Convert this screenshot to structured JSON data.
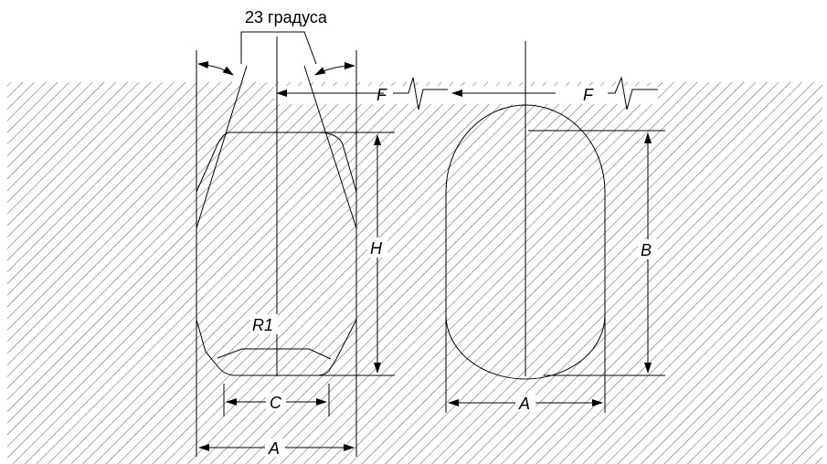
{
  "diagram": {
    "angle_label": "23 градуса",
    "force_label": "F",
    "height_label": "H",
    "width_label": "A",
    "inner_width_label": "C",
    "radius_label": "R1",
    "oval_height_label": "B",
    "oval_width_label": "A"
  },
  "colors": {
    "ink": "#000000",
    "hatch": "#555555",
    "background": "#ffffff"
  }
}
